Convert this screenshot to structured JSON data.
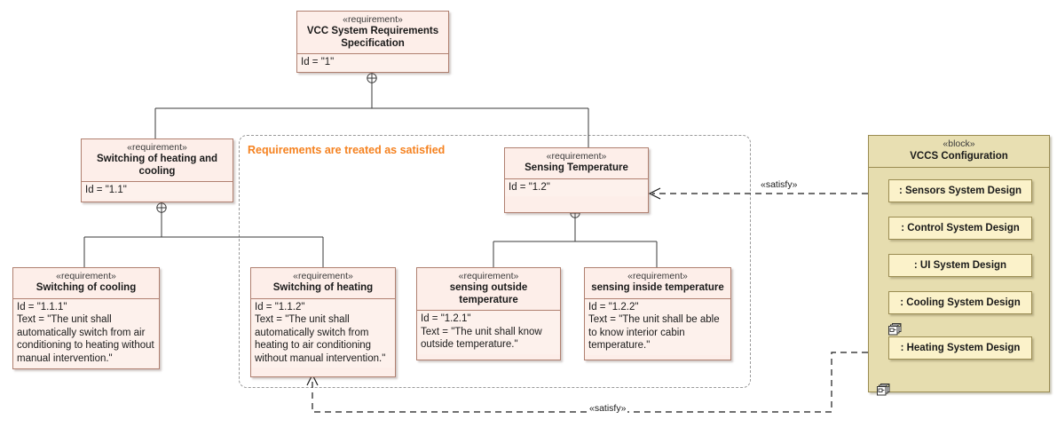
{
  "diagram": {
    "kind": "sysml-requirement-diagram",
    "note": {
      "text": "Requirements are treated as satisfied",
      "color": "#f58220"
    },
    "colors": {
      "requirement_fill": "#fdeee9",
      "requirement_border": "#b08070",
      "block_fill": "#e6ddaf",
      "block_border": "#9a8c52",
      "part_fill": "#fbf2ca",
      "note_orange": "#f58220",
      "edge": "#3a3a3a",
      "region_dashed": "#9a9a9a"
    }
  },
  "requirements": [
    {
      "id": "root",
      "stereotype": "«requirement»",
      "name": "VCC System Requirements Specification",
      "body": "Id = \"1\""
    },
    {
      "id": "r11",
      "stereotype": "«requirement»",
      "name": "Switching of heating and cooling",
      "body": "Id = \"1.1\""
    },
    {
      "id": "r12",
      "stereotype": "«requirement»",
      "name": "Sensing Temperature",
      "body": "Id = \"1.2\""
    },
    {
      "id": "r111",
      "stereotype": "«requirement»",
      "name": "Switching of cooling",
      "body": "Id = \"1.1.1\"\nText = \"The unit shall automatically switch from air conditioning to heating without manual intervention.\""
    },
    {
      "id": "r112",
      "stereotype": "«requirement»",
      "name": "Switching of heating",
      "body": "Id = \"1.1.2\"\nText = \"The unit shall automatically switch from heating to air conditioning without manual intervention.\""
    },
    {
      "id": "r121",
      "stereotype": "«requirement»",
      "name": "sensing outside temperature",
      "body": "Id = \"1.2.1\"\nText = \"The unit shall know outside temperature.\""
    },
    {
      "id": "r122",
      "stereotype": "«requirement»",
      "name": "sensing inside temperature",
      "body": "Id = \"1.2.2\"\nText = \"The unit shall be able to know interior cabin temperature.\""
    }
  ],
  "block": {
    "stereotype": "«block»",
    "name": "VCCS Configuration",
    "parts": [
      {
        "label": ": Sensors System Design"
      },
      {
        "label": ": Control System Design"
      },
      {
        "label": ": UI System Design"
      },
      {
        "label": ": Cooling System Design"
      },
      {
        "label": ": Heating System Design"
      }
    ]
  },
  "edges": {
    "satisfy_top_label": "«satisfy»",
    "satisfy_bottom_label": "«satisfy»"
  }
}
